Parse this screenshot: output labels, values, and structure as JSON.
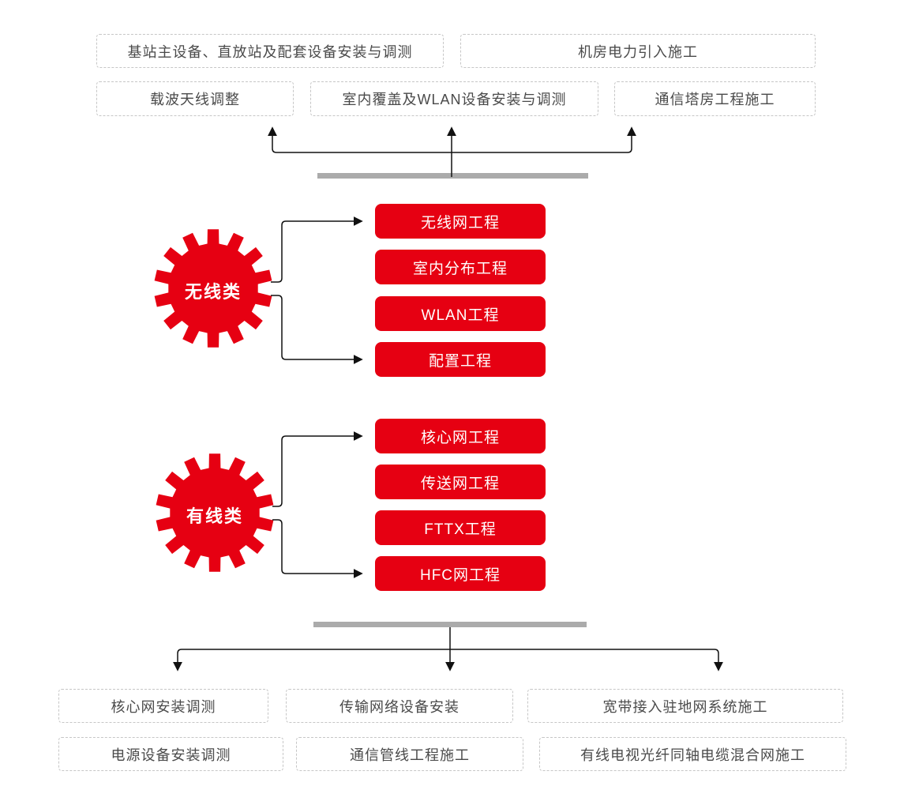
{
  "colors": {
    "brand_red": "#e60012",
    "connector_black": "#111111",
    "divider_gray": "#ababab",
    "dashed_border_gray": "#c6c6c6",
    "label_text_gray": "#4a4a4a",
    "box_text_white": "#ffffff"
  },
  "top_boxes": {
    "row1": [
      "基站主设备、直放站及配套设备安装与调测",
      "机房电力引入施工"
    ],
    "row2": [
      "载波天线调整",
      "室内覆盖及WLAN设备安装与调测",
      "通信塔房工程施工"
    ]
  },
  "wireless_group": {
    "gear_label": "无线类",
    "boxes": [
      "无线网工程",
      "室内分布工程",
      "WLAN工程",
      "配置工程"
    ]
  },
  "wired_group": {
    "gear_label": "有线类",
    "boxes": [
      "核心网工程",
      "传送网工程",
      "FTTX工程",
      "HFC网工程"
    ]
  },
  "bottom_boxes": {
    "row1": [
      "核心网安装调测",
      "传输网络设备安装",
      "宽带接入驻地网系统施工"
    ],
    "row2": [
      "电源设备安装调测",
      "通信管线工程施工",
      "有线电视光纤同轴电缆混合网施工"
    ]
  }
}
